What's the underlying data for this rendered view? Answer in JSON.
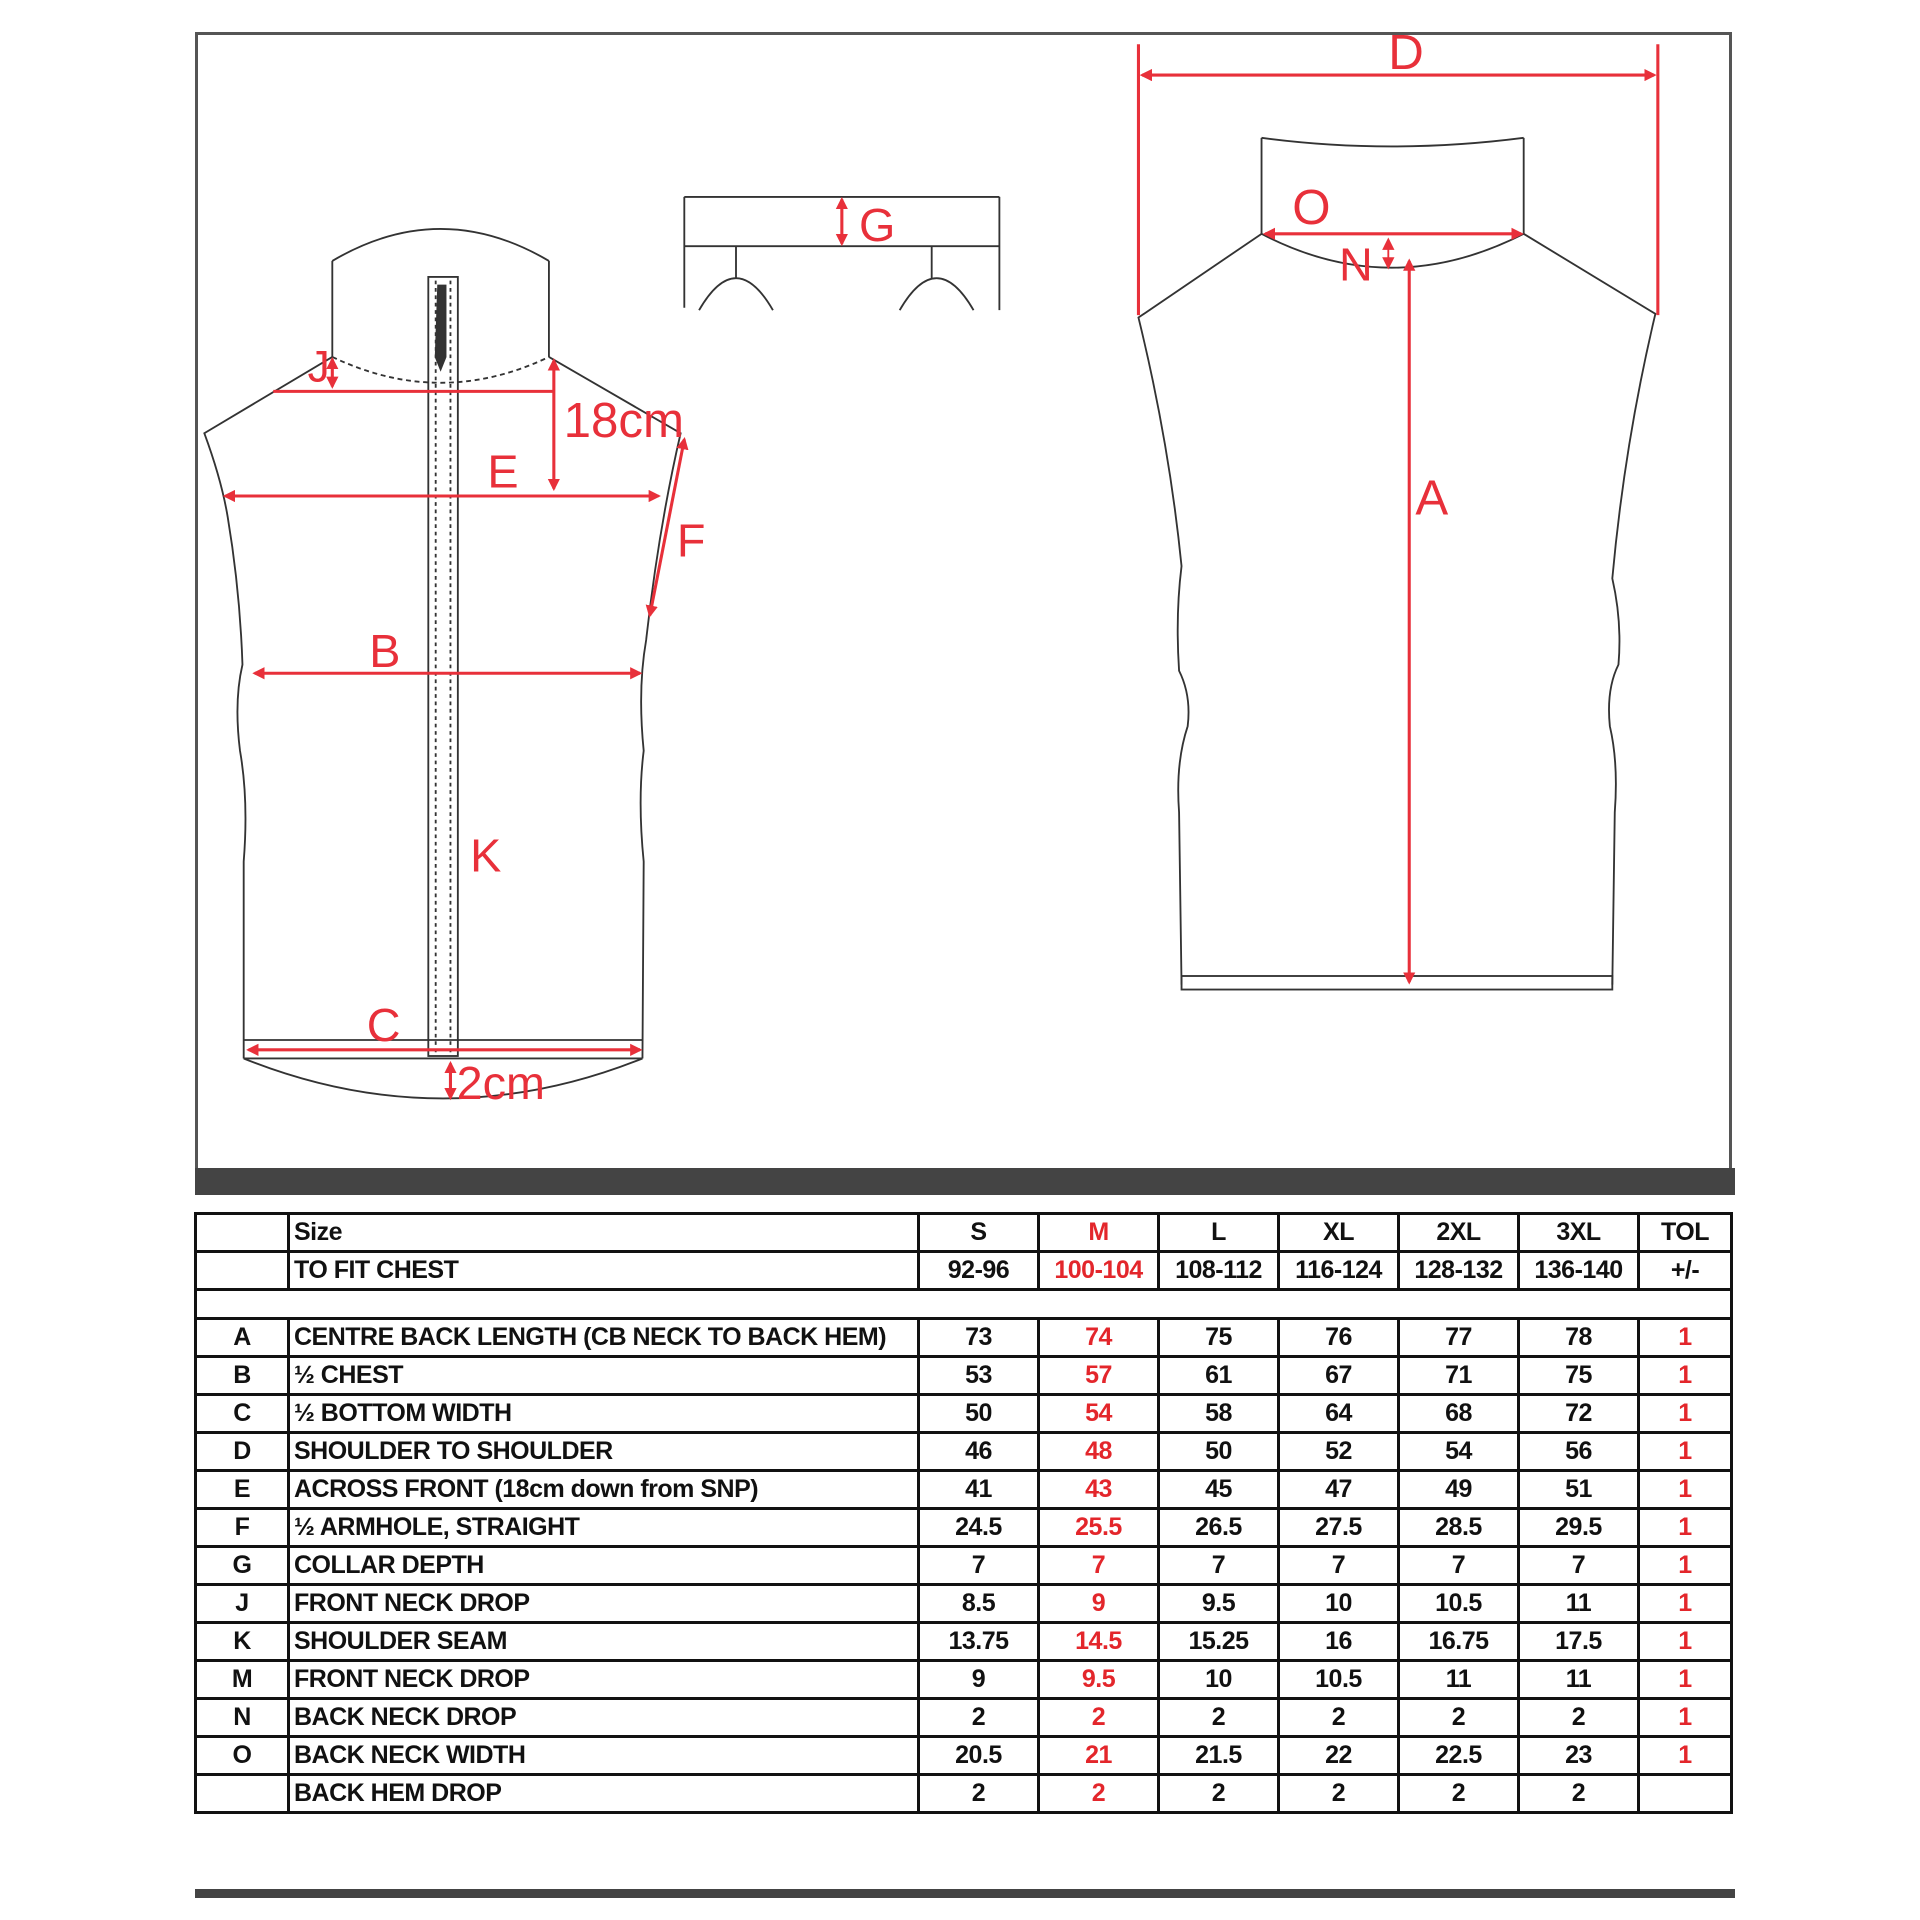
{
  "diagram": {
    "front_labels": {
      "J": "J",
      "cm18": "18cm",
      "E": "E",
      "F": "F",
      "B": "B",
      "K": "K",
      "C": "C",
      "cm2": "2cm"
    },
    "collar_labels": {
      "G": "G"
    },
    "back_labels": {
      "D": "D",
      "O": "O",
      "N": "N",
      "A": "A"
    },
    "line_color": "#333333",
    "measure_color": "#e8303a"
  },
  "table": {
    "size_label": "Size",
    "sizes": [
      "S",
      "M",
      "L",
      "XL",
      "2XL",
      "3XL",
      "TOL"
    ],
    "chest_label": "TO FIT CHEST",
    "chest": [
      "92-96",
      "100-104",
      "108-112",
      "116-124",
      "128-132",
      "136-140",
      "+/-"
    ],
    "highlight_color": "#e3262b",
    "rows": [
      {
        "code": "A",
        "name": "CENTRE BACK LENGTH (CB NECK TO BACK HEM)",
        "values": [
          "73",
          "74",
          "75",
          "76",
          "77",
          "78"
        ],
        "tol": "1"
      },
      {
        "code": "B",
        "name": "½ CHEST",
        "values": [
          "53",
          "57",
          "61",
          "67",
          "71",
          "75"
        ],
        "tol": "1"
      },
      {
        "code": "C",
        "name": "½ BOTTOM WIDTH",
        "values": [
          "50",
          "54",
          "58",
          "64",
          "68",
          "72"
        ],
        "tol": "1"
      },
      {
        "code": "D",
        "name": "SHOULDER TO SHOULDER",
        "values": [
          "46",
          "48",
          "50",
          "52",
          "54",
          "56"
        ],
        "tol": "1"
      },
      {
        "code": "E",
        "name": "ACROSS FRONT  (18cm down from SNP)",
        "values": [
          "41",
          "43",
          "45",
          "47",
          "49",
          "51"
        ],
        "tol": "1"
      },
      {
        "code": "F",
        "name": "½ ARMHOLE, STRAIGHT",
        "values": [
          "24.5",
          "25.5",
          "26.5",
          "27.5",
          "28.5",
          "29.5"
        ],
        "tol": "1"
      },
      {
        "code": "G",
        "name": "COLLAR DEPTH",
        "values": [
          "7",
          "7",
          "7",
          "7",
          "7",
          "7"
        ],
        "tol": "1"
      },
      {
        "code": "J",
        "name": "FRONT NECK DROP",
        "values": [
          "8.5",
          "9",
          "9.5",
          "10",
          "10.5",
          "11"
        ],
        "tol": "1"
      },
      {
        "code": "K",
        "name": "SHOULDER SEAM",
        "values": [
          "13.75",
          "14.5",
          "15.25",
          "16",
          "16.75",
          "17.5"
        ],
        "tol": "1"
      },
      {
        "code": "M",
        "name": "FRONT NECK DROP",
        "values": [
          "9",
          "9.5",
          "10",
          "10.5",
          "11",
          "11"
        ],
        "tol": "1"
      },
      {
        "code": "N",
        "name": "BACK NECK DROP",
        "values": [
          "2",
          "2",
          "2",
          "2",
          "2",
          "2"
        ],
        "tol": "1"
      },
      {
        "code": "O",
        "name": "BACK NECK WIDTH",
        "values": [
          "20.5",
          "21",
          "21.5",
          "22",
          "22.5",
          "23"
        ],
        "tol": "1"
      },
      {
        "code": "",
        "name": "BACK HEM DROP",
        "values": [
          "2",
          "2",
          "2",
          "2",
          "2",
          "2"
        ],
        "tol": ""
      }
    ]
  }
}
